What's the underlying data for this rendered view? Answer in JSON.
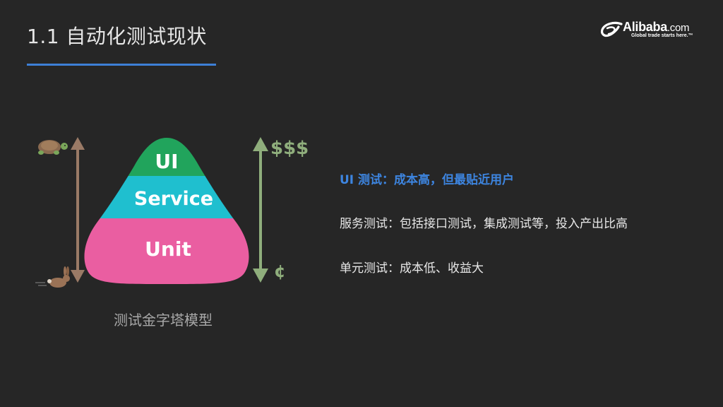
{
  "slide": {
    "title": "1.1 自动化测试现状"
  },
  "logo": {
    "name": "Alibaba",
    "suffix": ".com",
    "tagline": "Global trade starts here.™"
  },
  "pyramid": {
    "caption": "测试金字塔模型",
    "layers": [
      {
        "label": "UI",
        "color": "#21a45c"
      },
      {
        "label": "Service",
        "color": "#1fbfcf"
      },
      {
        "label": "Unit",
        "color": "#ea5ea1"
      }
    ],
    "cost_high": "$$$",
    "cost_low": "¢",
    "arrow_left_color": "#9a7a66",
    "arrow_right_color": "#8fae7c"
  },
  "descriptions": [
    {
      "text": "UI 测试：成本高，但最贴近用户"
    },
    {
      "text": "服务测试：包括接口测试，集成测试等，投入产出比高"
    },
    {
      "text": "单元测试：成本低、收益大"
    }
  ]
}
